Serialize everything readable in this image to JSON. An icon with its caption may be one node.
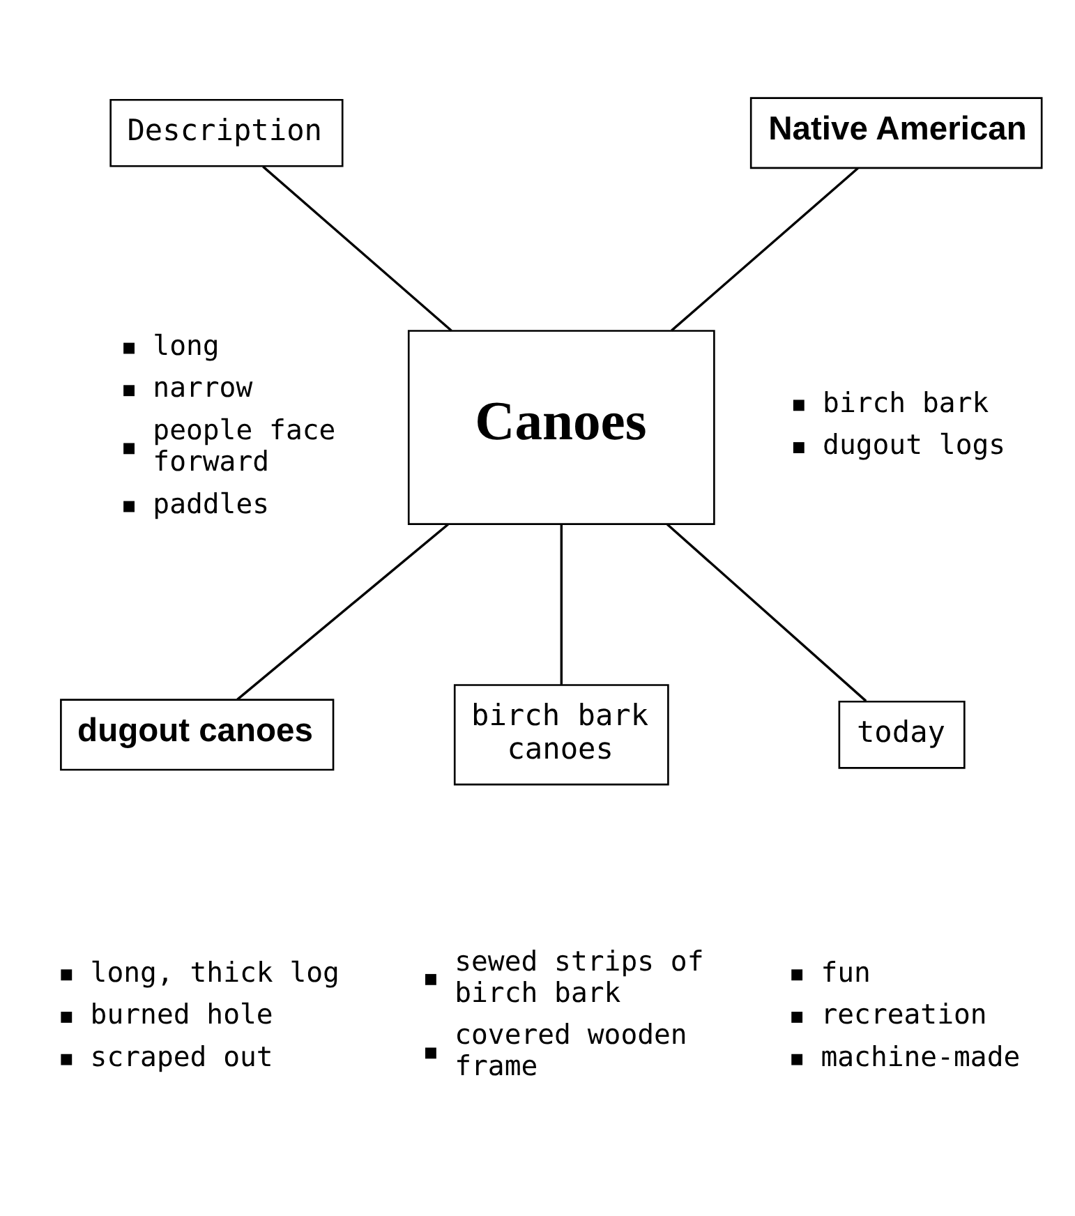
{
  "diagram": {
    "nodes": [
      {
        "text": [
          "Canoes"
        ]
      },
      {
        "text": [
          "Description"
        ],
        "beside": [
          "long",
          "narrow",
          "people face forward",
          "paddles"
        ]
      },
      {
        "text": [
          "Native American"
        ],
        "beside": [
          "birch bark",
          "dugout logs"
        ]
      },
      {
        "text": [
          "dugout canoes"
        ],
        "beside": [
          "long, thick log",
          "burned hole",
          "scraped out"
        ]
      },
      {
        "text": [
          "birch bark canoes"
        ],
        "beside": [
          "sewed strips of birch bark",
          "covered wooden frame"
        ]
      },
      {
        "text": [
          "today"
        ],
        "beside": [
          "fun",
          "recreation",
          "machine-made"
        ]
      }
    ],
    "edges": [
      {
        "from": 1,
        "to": 0,
        "arrow": "none"
      },
      {
        "from": 2,
        "to": 0,
        "arrow": "none"
      },
      {
        "from": 0,
        "to": 3,
        "arrow": "none"
      },
      {
        "from": 0,
        "to": 4,
        "arrow": "none"
      },
      {
        "from": 0,
        "to": 5,
        "arrow": "none"
      }
    ]
  }
}
